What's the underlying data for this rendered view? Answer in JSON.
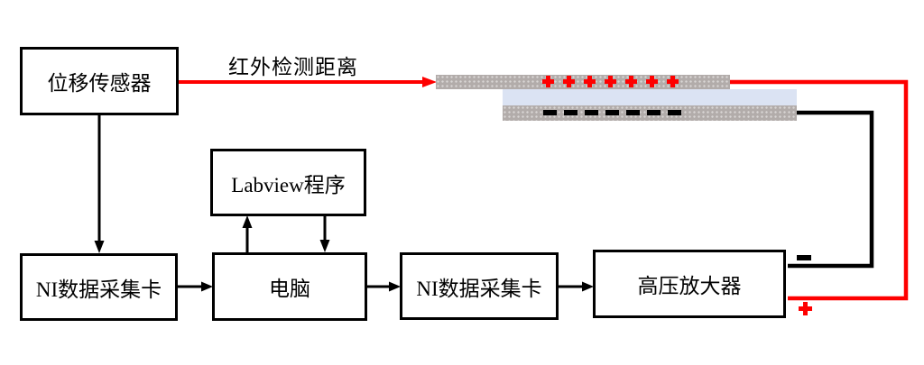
{
  "colors": {
    "accent-red": "#fe0000",
    "wire-black": "#000000",
    "electrode-gray": "#b2acaa",
    "dielectric-blue": "#dbe3f3",
    "box-border": "#000000",
    "text": "#000000",
    "bg": "#ffffff"
  },
  "diagram": {
    "type": "block-diagram",
    "nodes": {
      "displacement_sensor": {
        "label": "位移传感器"
      },
      "labview": {
        "label": "Labview程序"
      },
      "ni_daq_1": {
        "label": "NI数据采集卡"
      },
      "computer": {
        "label": "电脑"
      },
      "ni_daq_2": {
        "label": "NI数据采集卡"
      },
      "hv_amplifier": {
        "label": "高压放大器"
      }
    },
    "edge_labels": {
      "infrared_detection": "红外检测距离"
    },
    "edges": [
      {
        "from": "displacement_sensor",
        "to": "actuator_top_electrode",
        "label": "红外检测距离",
        "color": "#fe0000",
        "style": "arrow"
      },
      {
        "from": "displacement_sensor",
        "to": "ni_daq_1",
        "color": "#000000",
        "style": "arrow"
      },
      {
        "from": "ni_daq_1",
        "to": "computer",
        "color": "#000000",
        "style": "arrow"
      },
      {
        "from": "computer",
        "to": "labview",
        "color": "#000000",
        "style": "arrow"
      },
      {
        "from": "labview",
        "to": "computer",
        "color": "#000000",
        "style": "arrow"
      },
      {
        "from": "computer",
        "to": "ni_daq_2",
        "color": "#000000",
        "style": "arrow"
      },
      {
        "from": "ni_daq_2",
        "to": "hv_amplifier",
        "color": "#000000",
        "style": "arrow"
      },
      {
        "from": "hv_amplifier_negative",
        "to": "actuator_bottom_electrode",
        "color": "#000000",
        "style": "wire"
      },
      {
        "from": "hv_amplifier_positive",
        "to": "actuator_top_electrode",
        "color": "#fe0000",
        "style": "wire"
      }
    ],
    "actuator": {
      "layers": [
        "top-electrode-gray",
        "dielectric-blue",
        "bottom-electrode-gray"
      ],
      "positive_charges": {
        "icon": "plus-icon",
        "count": 7,
        "color": "#fe0000"
      },
      "negative_charges": {
        "icon": "minus-icon",
        "count": 7,
        "color": "#000000"
      },
      "terminals": {
        "positive_icon": "plus-icon",
        "negative_icon": "minus-icon"
      }
    }
  }
}
